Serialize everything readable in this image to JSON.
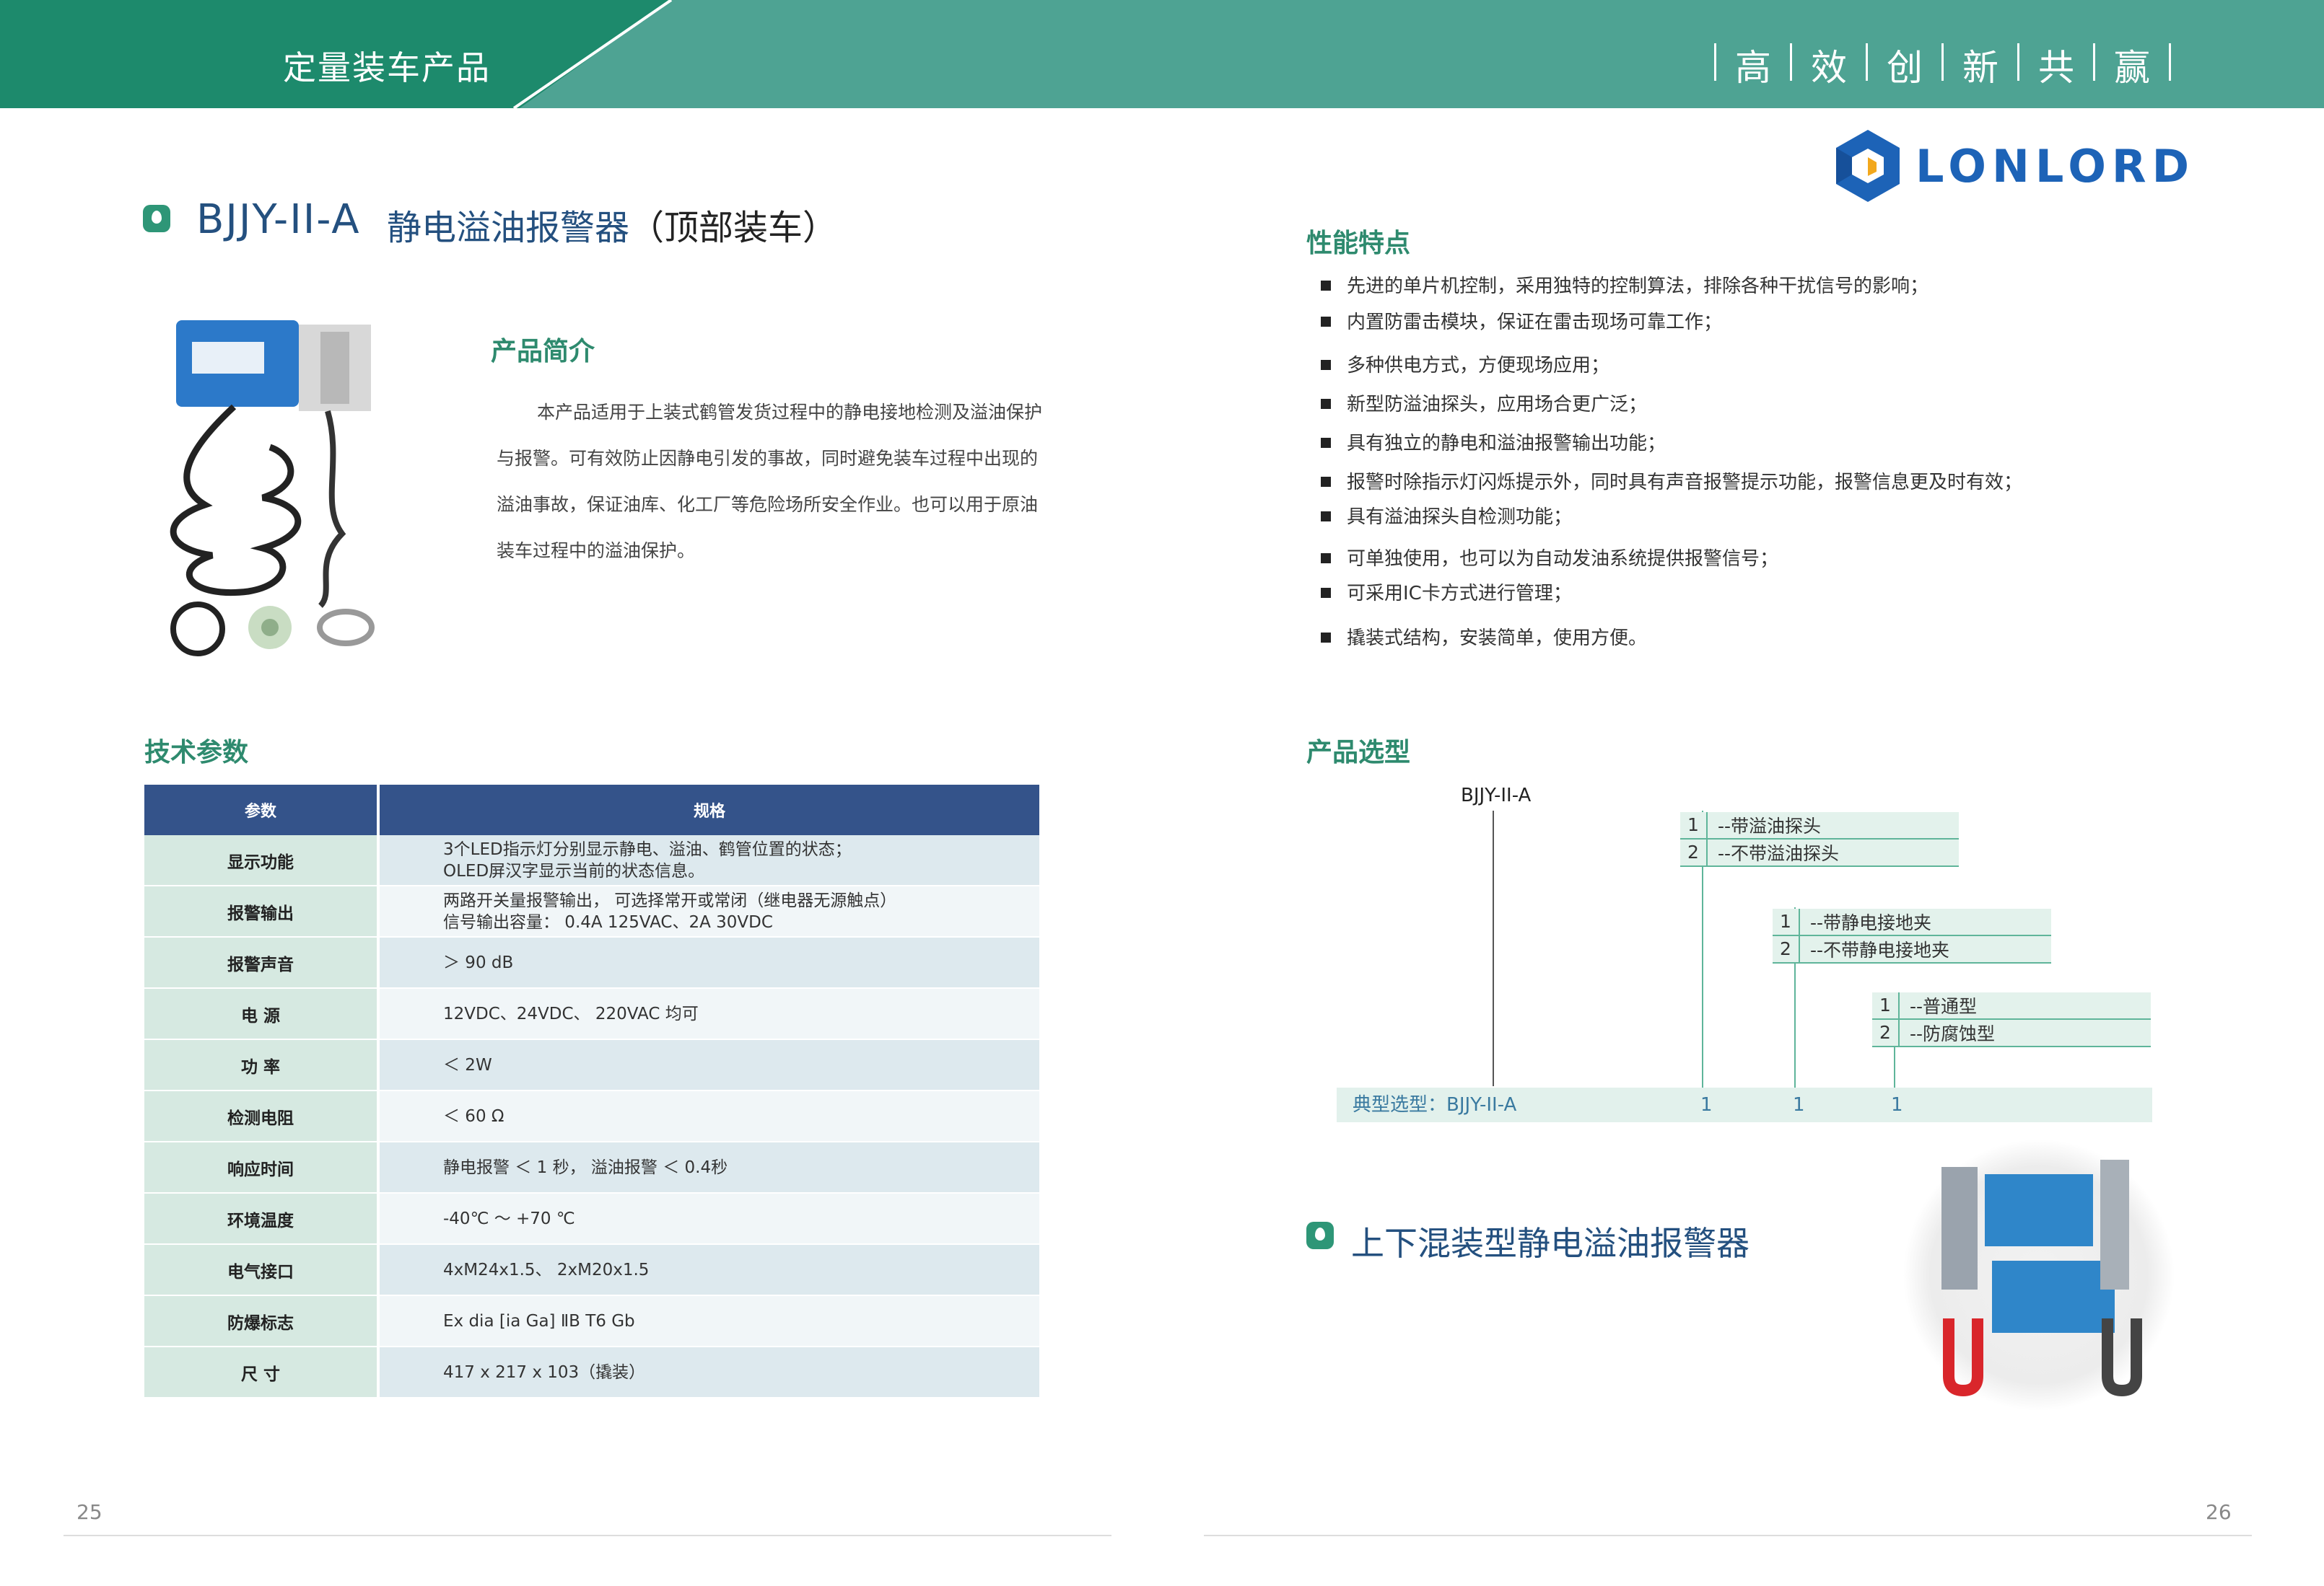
{
  "header": {
    "section_title": "定量装车产品",
    "slogan": [
      "高",
      "效",
      "创",
      "新",
      "共",
      "赢"
    ],
    "colors": {
      "band": "#4ea393",
      "band_dark": "#1d8a6c"
    }
  },
  "logo": {
    "text": "LONLORD",
    "icon": "hexagon-logo-icon"
  },
  "product": {
    "model": "BJJY-II-A",
    "name": "静电溢油报警器",
    "name_suffix": "（顶部装车）"
  },
  "intro": {
    "heading": "产品简介",
    "body": "本产品适用于上装式鹤管发货过程中的静电接地检测及溢油保护与报警。可有效防止因静电引发的事故，同时避免装车过程中出现的溢油事故，保证油库、化工厂等危险场所安全作业。也可以用于原油装车过程中的溢油保护。"
  },
  "features": {
    "heading": "性能特点",
    "items": [
      "先进的单片机控制，采用独特的控制算法，排除各种干扰信号的影响；",
      "内置防雷击模块，保证在雷击现场可靠工作；",
      "多种供电方式，方便现场应用；",
      "新型防溢油探头，应用场合更广泛；",
      "具有独立的静电和溢油报警输出功能；",
      "报警时除指示灯闪烁提示外，同时具有声音报警提示功能，报警信息更及时有效；",
      "具有溢油探头自检测功能；",
      "可单独使用，也可以为自动发油系统提供报警信号；",
      "可采用IC卡方式进行管理；",
      "撬装式结构，安装简单，使用方便。"
    ]
  },
  "specs": {
    "heading": "技术参数",
    "columns": [
      "参数",
      "规格"
    ],
    "rows": [
      {
        "param": "显示功能",
        "value": [
          "3个LED指示灯分别显示静电、溢油、鹤管位置的状态；",
          "OLED屏汉字显示当前的状态信息。"
        ]
      },
      {
        "param": "报警输出",
        "value": [
          "两路开关量报警输出，  可选择常开或常闭（继电器无源触点）",
          "信号输出容量：  0.4A  125VAC、2A  30VDC"
        ]
      },
      {
        "param": "报警声音",
        "value": [
          "＞ 90 dB"
        ]
      },
      {
        "param": "电     源",
        "value": [
          "12VDC、24VDC、  220VAC 均可"
        ]
      },
      {
        "param": "功     率",
        "value": [
          "＜ 2W"
        ]
      },
      {
        "param": "检测电阻",
        "value": [
          "＜ 60 Ω"
        ]
      },
      {
        "param": "响应时间",
        "value": [
          "静电报警 ＜ 1 秒，  溢油报警 ＜ 0.4秒"
        ]
      },
      {
        "param": "环境温度",
        "value": [
          "-40℃  ～ +70 ℃"
        ]
      },
      {
        "param": "电气接口",
        "value": [
          "4xM24x1.5、  2xM20x1.5"
        ]
      },
      {
        "param": "防爆标志",
        "value": [
          "Ex dia [ia Ga] ⅡB T6 Gb"
        ]
      },
      {
        "param": "尺     寸",
        "value": [
          "417 x  217  x 103（撬装）"
        ]
      }
    ]
  },
  "selection": {
    "heading": "产品选型",
    "model": "BJJY-II-A",
    "groups": [
      {
        "options": [
          {
            "num": "1",
            "text": "--带溢油探头"
          },
          {
            "num": "2",
            "text": "--不带溢油探头"
          }
        ]
      },
      {
        "options": [
          {
            "num": "1",
            "text": "--带静电接地夹"
          },
          {
            "num": "2",
            "text": "--不带静电接地夹"
          }
        ]
      },
      {
        "options": [
          {
            "num": "1",
            "text": "--普通型"
          },
          {
            "num": "2",
            "text": "--防腐蚀型"
          }
        ]
      }
    ],
    "typical_label": "典型选型：BJJY-II-A",
    "typical_values": [
      "1",
      "1",
      "1"
    ]
  },
  "second_product": {
    "title": "上下混装型静电溢油报警器"
  },
  "pages": {
    "left": "25",
    "right": "26"
  }
}
